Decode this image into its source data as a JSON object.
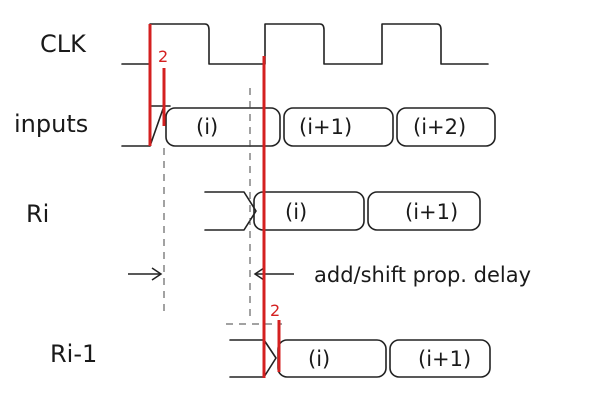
{
  "signals": {
    "clk": "CLK",
    "inputs": "inputs",
    "ri": "Ri",
    "ri_minus_1": "Ri-1"
  },
  "cells": {
    "inputs": [
      "(i)",
      "(i+1)",
      "(i+2)"
    ],
    "ri": [
      "(i)",
      "(i+1)"
    ],
    "ri_minus_1": [
      "(i)",
      "(i+1)"
    ]
  },
  "annotation": {
    "delay_text": "add/shift prop. delay"
  },
  "delay_markers": {
    "clk_to_inputs": "2",
    "clk_to_ri_minus_1": "2"
  },
  "colors": {
    "ink": "#222222",
    "marker": "#d42020",
    "background": "#ffffff"
  }
}
